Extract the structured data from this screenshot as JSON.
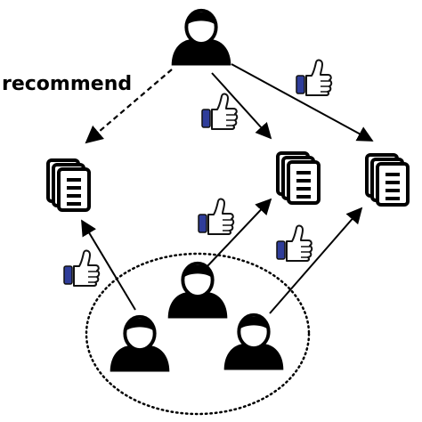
{
  "labels": {
    "recommend": "recommend"
  },
  "nodes": {
    "target_user": "person-icon",
    "neighbor_users": [
      "person-icon",
      "person-icon",
      "person-icon"
    ],
    "items": [
      "document-stack-icon",
      "document-stack-icon",
      "document-stack-icon"
    ]
  },
  "edges": {
    "likes": [
      "thumbs-up-icon",
      "thumbs-up-icon",
      "thumbs-up-icon",
      "thumbs-up-icon",
      "thumbs-up-icon"
    ],
    "recommendation_style": "dashed",
    "neighborhood_style": "dotted"
  },
  "colors": {
    "ink": "#000000",
    "thumb_cuff": "#2f3d9a",
    "background": "#ffffff"
  }
}
